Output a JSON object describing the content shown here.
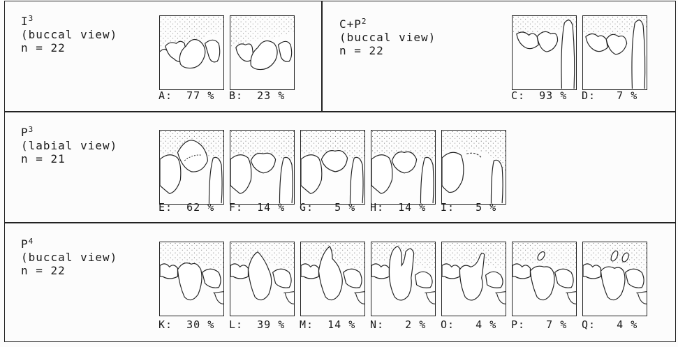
{
  "panels": [
    {
      "id": "i3",
      "tooth": "I",
      "sup": "3",
      "view": "(buccal view)",
      "n": "n = 22",
      "variants": [
        {
          "letter": "A",
          "pct": "77 %",
          "kind": "i3a"
        },
        {
          "letter": "B",
          "pct": "23 %",
          "kind": "i3b"
        }
      ]
    },
    {
      "id": "cp2",
      "tooth": "C+P",
      "sup": "2",
      "view": "(buccal view)",
      "n": "n = 22",
      "variants": [
        {
          "letter": "C",
          "pct": "93 %",
          "kind": "cpc"
        },
        {
          "letter": "D",
          "pct": " 7 %",
          "kind": "cpd"
        }
      ]
    },
    {
      "id": "p3",
      "tooth": "P",
      "sup": "3",
      "view": "(labial view)",
      "n": "n = 21",
      "variants": [
        {
          "letter": "E",
          "pct": "62 %",
          "kind": "p3e"
        },
        {
          "letter": "F",
          "pct": "14 %",
          "kind": "p3f"
        },
        {
          "letter": "G",
          "pct": " 5 %",
          "kind": "p3g"
        },
        {
          "letter": "H",
          "pct": "14 %",
          "kind": "p3h"
        },
        {
          "letter": "I",
          "pct": " 5 %",
          "kind": "p3i"
        }
      ]
    },
    {
      "id": "p4",
      "tooth": "P",
      "sup": "4",
      "view": "(buccal view)",
      "n": "n = 22",
      "variants": [
        {
          "letter": "K",
          "pct": "30 %",
          "kind": "p4k"
        },
        {
          "letter": "L",
          "pct": "39 %",
          "kind": "p4l"
        },
        {
          "letter": "M",
          "pct": "14 %",
          "kind": "p4m"
        },
        {
          "letter": "N",
          "pct": " 2 %",
          "kind": "p4n"
        },
        {
          "letter": "O",
          "pct": " 4 %",
          "kind": "p4o"
        },
        {
          "letter": "P",
          "pct": " 7 %",
          "kind": "p4p"
        },
        {
          "letter": "Q",
          "pct": " 4 %",
          "kind": "p4q"
        }
      ]
    }
  ]
}
